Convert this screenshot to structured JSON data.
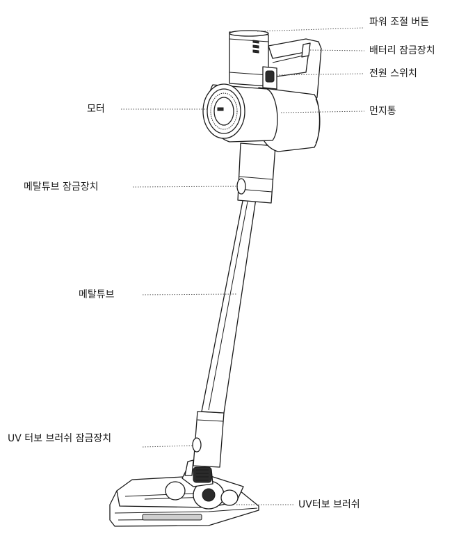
{
  "labels": {
    "power_button": "파워 조절 버튼",
    "battery_lock": "배터리 잠금장치",
    "power_switch": "전원 스위치",
    "motor": "모터",
    "dust_bin": "먼지통",
    "metal_tube_lock": "메탈튜브 잠금장치",
    "metal_tube": "메탈튜브",
    "uv_brush_lock": "UV 터보 브러쉬 잠금장치",
    "uv_brush": "UV터보 브러쉬"
  },
  "colors": {
    "outline": "#1a1a1a",
    "dark_part": "#2b2b2b",
    "light_part": "#cfcfcf",
    "leader_line": "#555555"
  }
}
